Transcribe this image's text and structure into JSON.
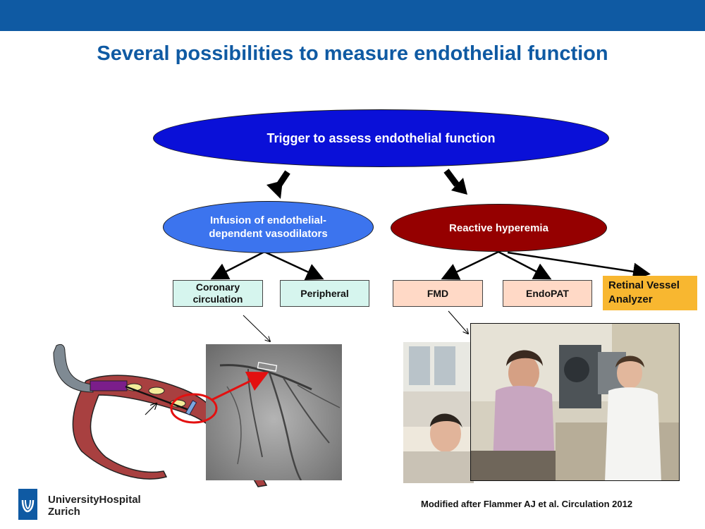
{
  "slide": {
    "title": "Several possibilities to measure endothelial function",
    "colors": {
      "header_bar": "#0f5aa3",
      "title": "#0f5aa3"
    }
  },
  "diagram": {
    "root": {
      "label": "Trigger to assess endothelial function",
      "color": "#0a10d8"
    },
    "branches": [
      {
        "label": "Infusion of endothelial-dependent vasodilators",
        "line1": "Infusion of endothelial-",
        "line2": "dependent vasodilators",
        "color": "#3c74ee"
      },
      {
        "label": "Reactive hyperemia",
        "color": "#950000"
      }
    ],
    "leaves": {
      "coronary": "Coronary circulation",
      "peripheral": "Peripheral",
      "fmd": "FMD",
      "endopat": "EndoPAT",
      "retinal": "Retinal Vessel Analyzer"
    }
  },
  "footer": {
    "logo_line1": "UniversityHospital",
    "logo_line2": "Zurich",
    "citation": "Modified after Flammer AJ et al. Circulation 2012"
  }
}
